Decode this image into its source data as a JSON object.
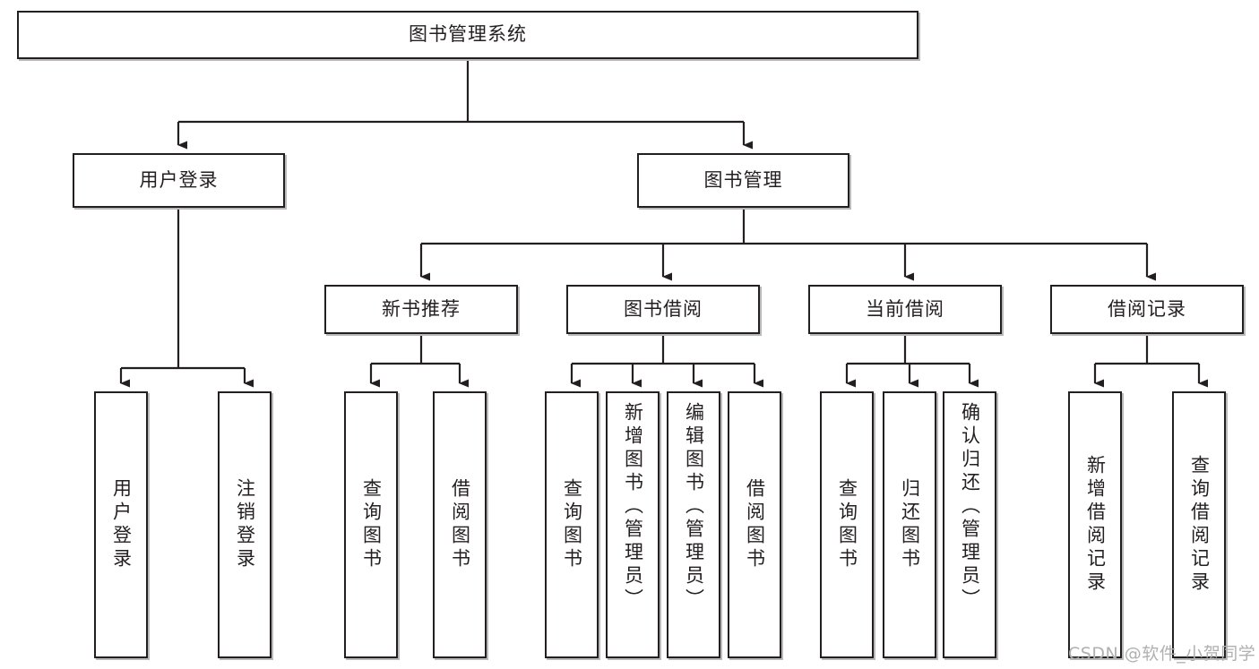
{
  "diagram": {
    "title": "图书管理系统",
    "type": "tree-hierarchy",
    "orientation": "top-down",
    "box_style": {
      "fill": "#ffffff",
      "stroke": "#231f20",
      "shadow": "#b9b9b9"
    },
    "nodes": {
      "root": {
        "label": "图书管理系统"
      },
      "level2": [
        {
          "label": "用户登录"
        },
        {
          "label": "图书管理"
        }
      ],
      "level3": [
        {
          "label": "新书推荐"
        },
        {
          "label": "图书借阅"
        },
        {
          "label": "当前借阅"
        },
        {
          "label": "借阅记录"
        }
      ],
      "leaves_user_login": [
        {
          "label": "用户登录"
        },
        {
          "label": "注销登录"
        }
      ],
      "leaves_new_book": [
        {
          "label": "查询图书"
        },
        {
          "label": "借阅图书"
        }
      ],
      "leaves_borrow": [
        {
          "label": "查询图书"
        },
        {
          "label": "新增图书（管理员）"
        },
        {
          "label": "编辑图书（管理员）"
        },
        {
          "label": "借阅图书"
        }
      ],
      "leaves_current": [
        {
          "label": "查询图书"
        },
        {
          "label": "归还图书"
        },
        {
          "label": "确认归还（管理员）"
        }
      ],
      "leaves_records": [
        {
          "label": "新增借阅记录"
        },
        {
          "label": "查询借阅记录"
        }
      ]
    }
  },
  "watermark": {
    "text": "CSDN @软件_小贺同学"
  }
}
